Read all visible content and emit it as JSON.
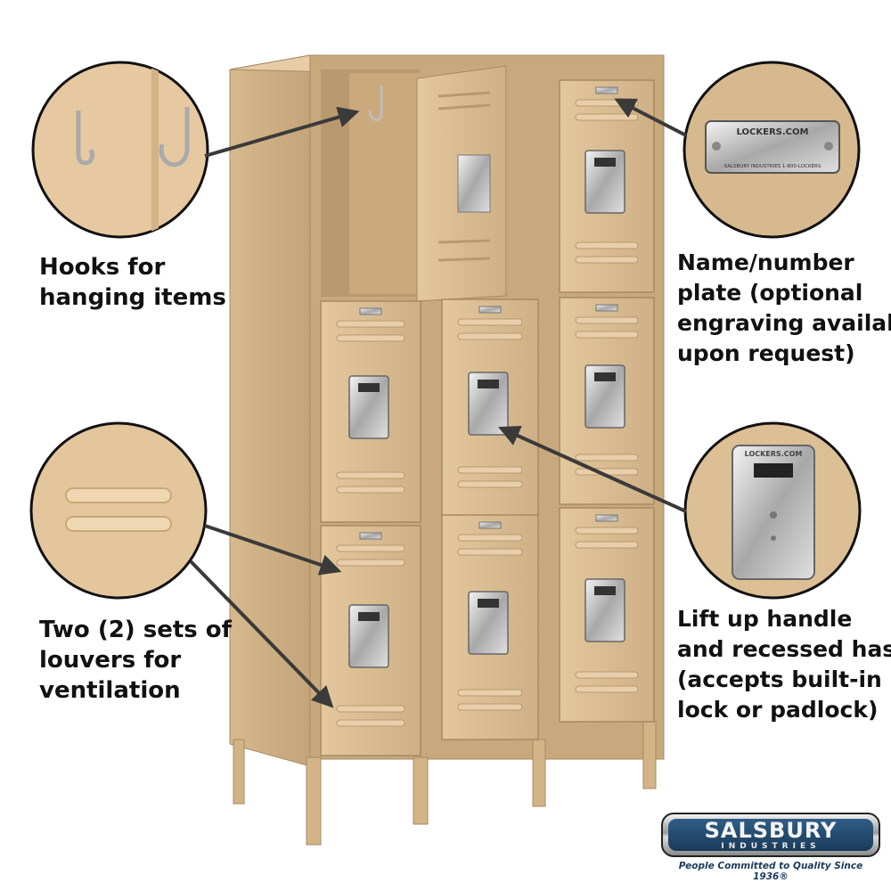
{
  "captions": {
    "hooks": [
      "Hooks for",
      "hanging items"
    ],
    "louvers": [
      "Two (2) sets of",
      "louvers for",
      "ventilation"
    ],
    "plate": [
      "Name/number",
      "plate (optional",
      "engraving available",
      "upon request)"
    ],
    "handle": [
      "Lift up handle",
      "and recessed hasp",
      "(accepts built-in",
      "lock or padlock)"
    ]
  },
  "plate_detail": {
    "line1": "LOCKERS.COM",
    "line2": "SALSBURY INDUSTRIES   1-800-LOCKERS"
  },
  "hasp_detail": {
    "label": "LOCKERS.COM"
  },
  "logo": {
    "brand": "SALSBURY",
    "sub": "INDUSTRIES",
    "tagline": "People Committed to Quality Since 1936®"
  },
  "colors": {
    "locker_tan": "#d9bc92",
    "locker_shadow": "#b99a6d",
    "chrome": "#c9c9c9",
    "arrow": "#3a3a3a",
    "brand_blue": "#1a3b5a"
  }
}
